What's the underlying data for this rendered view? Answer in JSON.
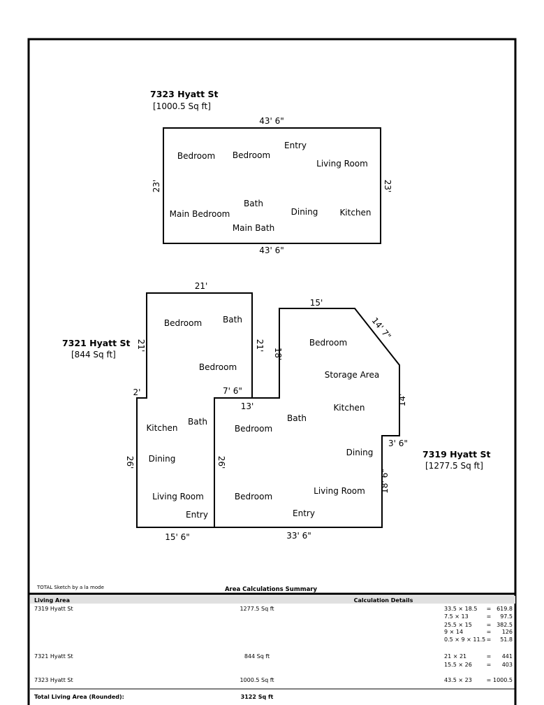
{
  "units": [
    {
      "name": "7323 Hyatt St",
      "area": "[1000.5 Sq ft]",
      "rooms": [
        "Bedroom",
        "Bedroom",
        "Entry",
        "Living Room",
        "Bath",
        "Main Bedroom",
        "Dining",
        "Kitchen",
        "Main Bath"
      ],
      "dims": [
        "43' 6\"",
        "43' 6\"",
        "23'",
        "23'"
      ]
    },
    {
      "name": "7321 Hyatt St",
      "area": "[844 Sq ft]",
      "rooms": [
        "Bedroom",
        "Bath",
        "Bedroom",
        "Kitchen",
        "Bath",
        "Dining",
        "Living Room",
        "Entry"
      ],
      "dims": [
        "21'",
        "21'",
        "21'",
        "2'",
        "7' 6\"",
        "26'",
        "26'",
        "15' 6\""
      ]
    },
    {
      "name": "7319 Hyatt St",
      "area": "[1277.5 Sq ft]",
      "rooms": [
        "Bedroom",
        "Storage Area",
        "Kitchen",
        "Bedroom",
        "Bath",
        "Dining",
        "Living Room",
        "Bedroom",
        "Entry"
      ],
      "dims": [
        "15'",
        "14' 7\"",
        "18'",
        "13'",
        "14'",
        "3' 6\"",
        "18' 6\"",
        "33' 6\""
      ]
    }
  ],
  "sketch_credit": "TOTAL Sketch by a la mode",
  "summary": {
    "title": "Area Calculations Summary",
    "col_living": "Living Area",
    "col_details": "Calculation Details",
    "rows": [
      {
        "name": "7319 Hyatt St",
        "area": "1277.5 Sq ft",
        "calcs": [
          {
            "expr": "33.5 × 18.5",
            "eq": "=",
            "val": "619.8"
          },
          {
            "expr": "7.5 × 13",
            "eq": "=",
            "val": "97.5"
          },
          {
            "expr": "25.5 × 15",
            "eq": "=",
            "val": "382.5"
          },
          {
            "expr": "9 × 14",
            "eq": "=",
            "val": "126"
          },
          {
            "expr": "0.5 × 9 × 11.5",
            "eq": "=",
            "val": "51.8"
          }
        ]
      },
      {
        "name": "7321 Hyatt St",
        "area": "844 Sq ft",
        "calcs": [
          {
            "expr": "21 × 21",
            "eq": "=",
            "val": "441"
          },
          {
            "expr": "15.5 × 26",
            "eq": "=",
            "val": "403"
          }
        ]
      },
      {
        "name": "7323 Hyatt St",
        "area": "1000.5 Sq ft",
        "calcs": [
          {
            "expr": "43.5 × 23",
            "eq": "=",
            "val": "1000.5"
          }
        ]
      }
    ],
    "total_label": "Total Living Area (Rounded):",
    "total_value": "3122 Sq ft"
  }
}
